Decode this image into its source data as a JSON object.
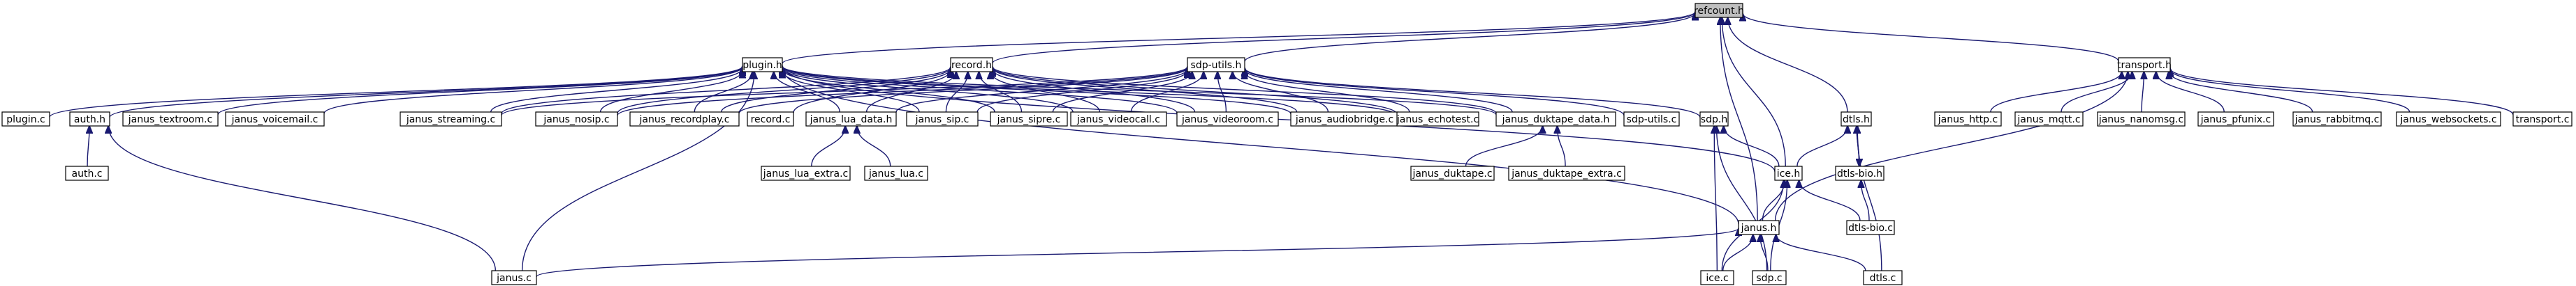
{
  "nodes": [
    {
      "id": "refcount_h",
      "label": "refcount.h",
      "highlight": true
    },
    {
      "id": "plugin_h",
      "label": "plugin.h"
    },
    {
      "id": "record_h",
      "label": "record.h"
    },
    {
      "id": "sdp_utils_h",
      "label": "sdp-utils.h"
    },
    {
      "id": "transport_h",
      "label": "transport.h"
    },
    {
      "id": "sdp_h",
      "label": "sdp.h"
    },
    {
      "id": "dtls_h",
      "label": "dtls.h"
    },
    {
      "id": "plugin_c",
      "label": "plugin.c"
    },
    {
      "id": "auth_h",
      "label": "auth.h"
    },
    {
      "id": "janus_textroom_c",
      "label": "janus_textroom.c"
    },
    {
      "id": "janus_voicemail_c",
      "label": "janus_voicemail.c"
    },
    {
      "id": "janus_streaming_c",
      "label": "janus_streaming.c"
    },
    {
      "id": "janus_nosip_c",
      "label": "janus_nosip.c"
    },
    {
      "id": "janus_recordplay_c",
      "label": "janus_recordplay.c"
    },
    {
      "id": "record_c",
      "label": "record.c"
    },
    {
      "id": "janus_lua_data_h",
      "label": "janus_lua_data.h"
    },
    {
      "id": "janus_sip_c",
      "label": "janus_sip.c"
    },
    {
      "id": "janus_sipre_c",
      "label": "janus_sipre.c"
    },
    {
      "id": "janus_videocall_c",
      "label": "janus_videocall.c"
    },
    {
      "id": "janus_videoroom_c",
      "label": "janus_videoroom.c"
    },
    {
      "id": "janus_audiobridge_c",
      "label": "janus_audiobridge.c"
    },
    {
      "id": "janus_echotest_c",
      "label": "janus_echotest.c"
    },
    {
      "id": "janus_duktape_data_h",
      "label": "janus_duktape_data.h"
    },
    {
      "id": "sdp_utils_c",
      "label": "sdp-utils.c"
    },
    {
      "id": "janus_http_c",
      "label": "janus_http.c"
    },
    {
      "id": "janus_mqtt_c",
      "label": "janus_mqtt.c"
    },
    {
      "id": "janus_nanomsg_c",
      "label": "janus_nanomsg.c"
    },
    {
      "id": "janus_pfunix_c",
      "label": "janus_pfunix.c"
    },
    {
      "id": "janus_rabbitmq_c",
      "label": "janus_rabbitmq.c"
    },
    {
      "id": "janus_websockets_c",
      "label": "janus_websockets.c"
    },
    {
      "id": "transport_c",
      "label": "transport.c"
    },
    {
      "id": "auth_c",
      "label": "auth.c"
    },
    {
      "id": "janus_lua_extra_c",
      "label": "janus_lua_extra.c"
    },
    {
      "id": "janus_lua_c",
      "label": "janus_lua.c"
    },
    {
      "id": "janus_duktape_c",
      "label": "janus_duktape.c"
    },
    {
      "id": "janus_duktape_extra_c",
      "label": "janus_duktape_extra.c"
    },
    {
      "id": "ice_h",
      "label": "ice.h"
    },
    {
      "id": "dtls_bio_h",
      "label": "dtls-bio.h"
    },
    {
      "id": "dtls_bio_c",
      "label": "dtls-bio.c"
    },
    {
      "id": "janus_h",
      "label": "janus.h"
    },
    {
      "id": "janus_c",
      "label": "janus.c"
    },
    {
      "id": "ice_c",
      "label": "ice.c"
    },
    {
      "id": "sdp_c",
      "label": "sdp.c"
    },
    {
      "id": "dtls_c",
      "label": "dtls.c"
    }
  ],
  "edges": [
    [
      "plugin_h",
      "refcount_h"
    ],
    [
      "record_h",
      "refcount_h"
    ],
    [
      "sdp_utils_h",
      "refcount_h"
    ],
    [
      "transport_h",
      "refcount_h"
    ],
    [
      "dtls_h",
      "refcount_h"
    ],
    [
      "ice_h",
      "refcount_h"
    ],
    [
      "janus_h",
      "refcount_h"
    ],
    [
      "plugin_c",
      "plugin_h"
    ],
    [
      "auth_h",
      "plugin_h"
    ],
    [
      "janus_textroom_c",
      "plugin_h"
    ],
    [
      "janus_voicemail_c",
      "plugin_h"
    ],
    [
      "janus_streaming_c",
      "plugin_h"
    ],
    [
      "janus_nosip_c",
      "plugin_h"
    ],
    [
      "janus_recordplay_c",
      "plugin_h"
    ],
    [
      "janus_lua_data_h",
      "plugin_h"
    ],
    [
      "janus_sip_c",
      "plugin_h"
    ],
    [
      "janus_sipre_c",
      "plugin_h"
    ],
    [
      "janus_videocall_c",
      "plugin_h"
    ],
    [
      "janus_videoroom_c",
      "plugin_h"
    ],
    [
      "janus_audiobridge_c",
      "plugin_h"
    ],
    [
      "janus_echotest_c",
      "plugin_h"
    ],
    [
      "janus_duktape_data_h",
      "plugin_h"
    ],
    [
      "janus_h",
      "plugin_h"
    ],
    [
      "janus_c",
      "plugin_h"
    ],
    [
      "ice_h",
      "plugin_h"
    ],
    [
      "janus_streaming_c",
      "record_h"
    ],
    [
      "janus_nosip_c",
      "record_h"
    ],
    [
      "janus_recordplay_c",
      "record_h"
    ],
    [
      "record_c",
      "record_h"
    ],
    [
      "janus_lua_data_h",
      "record_h"
    ],
    [
      "janus_sip_c",
      "record_h"
    ],
    [
      "janus_sipre_c",
      "record_h"
    ],
    [
      "janus_videocall_c",
      "record_h"
    ],
    [
      "janus_videoroom_c",
      "record_h"
    ],
    [
      "janus_audiobridge_c",
      "record_h"
    ],
    [
      "janus_echotest_c",
      "record_h"
    ],
    [
      "janus_duktape_data_h",
      "record_h"
    ],
    [
      "janus_streaming_c",
      "sdp_utils_h"
    ],
    [
      "janus_nosip_c",
      "sdp_utils_h"
    ],
    [
      "janus_recordplay_c",
      "sdp_utils_h"
    ],
    [
      "janus_lua_data_h",
      "sdp_utils_h"
    ],
    [
      "janus_sip_c",
      "sdp_utils_h"
    ],
    [
      "janus_sipre_c",
      "sdp_utils_h"
    ],
    [
      "janus_videocall_c",
      "sdp_utils_h"
    ],
    [
      "janus_videoroom_c",
      "sdp_utils_h"
    ],
    [
      "janus_audiobridge_c",
      "sdp_utils_h"
    ],
    [
      "janus_echotest_c",
      "sdp_utils_h"
    ],
    [
      "janus_duktape_data_h",
      "sdp_utils_h"
    ],
    [
      "sdp_utils_c",
      "sdp_utils_h"
    ],
    [
      "sdp_h",
      "sdp_utils_h"
    ],
    [
      "janus_http_c",
      "transport_h"
    ],
    [
      "janus_mqtt_c",
      "transport_h"
    ],
    [
      "janus_nanomsg_c",
      "transport_h"
    ],
    [
      "janus_pfunix_c",
      "transport_h"
    ],
    [
      "janus_rabbitmq_c",
      "transport_h"
    ],
    [
      "janus_websockets_c",
      "transport_h"
    ],
    [
      "transport_c",
      "transport_h"
    ],
    [
      "janus_h",
      "transport_h"
    ],
    [
      "auth_c",
      "auth_h"
    ],
    [
      "janus_c",
      "auth_h"
    ],
    [
      "janus_lua_extra_c",
      "janus_lua_data_h"
    ],
    [
      "janus_lua_c",
      "janus_lua_data_h"
    ],
    [
      "janus_duktape_c",
      "janus_duktape_data_h"
    ],
    [
      "janus_duktape_extra_c",
      "janus_duktape_data_h"
    ],
    [
      "ice_h",
      "sdp_h"
    ],
    [
      "ice_c",
      "sdp_h"
    ],
    [
      "sdp_c",
      "sdp_h"
    ],
    [
      "ice_h",
      "dtls_h"
    ],
    [
      "dtls_bio_h",
      "dtls_h"
    ],
    [
      "dtls_c",
      "dtls_h"
    ],
    [
      "dtls_h",
      "dtls_bio_h"
    ],
    [
      "dtls_bio_c",
      "dtls_bio_h"
    ],
    [
      "janus_h",
      "ice_h"
    ],
    [
      "ice_c",
      "ice_h"
    ],
    [
      "sdp_c",
      "ice_h"
    ],
    [
      "dtls_bio_c",
      "ice_h"
    ],
    [
      "janus_c",
      "janus_h"
    ],
    [
      "ice_c",
      "janus_h"
    ],
    [
      "sdp_c",
      "janus_h"
    ],
    [
      "dtls_c",
      "janus_h"
    ]
  ],
  "colors": {
    "edge": "#191970",
    "node_border": "#000000",
    "node_fill": "#ffffff",
    "highlight_fill": "#bfbfbf"
  }
}
